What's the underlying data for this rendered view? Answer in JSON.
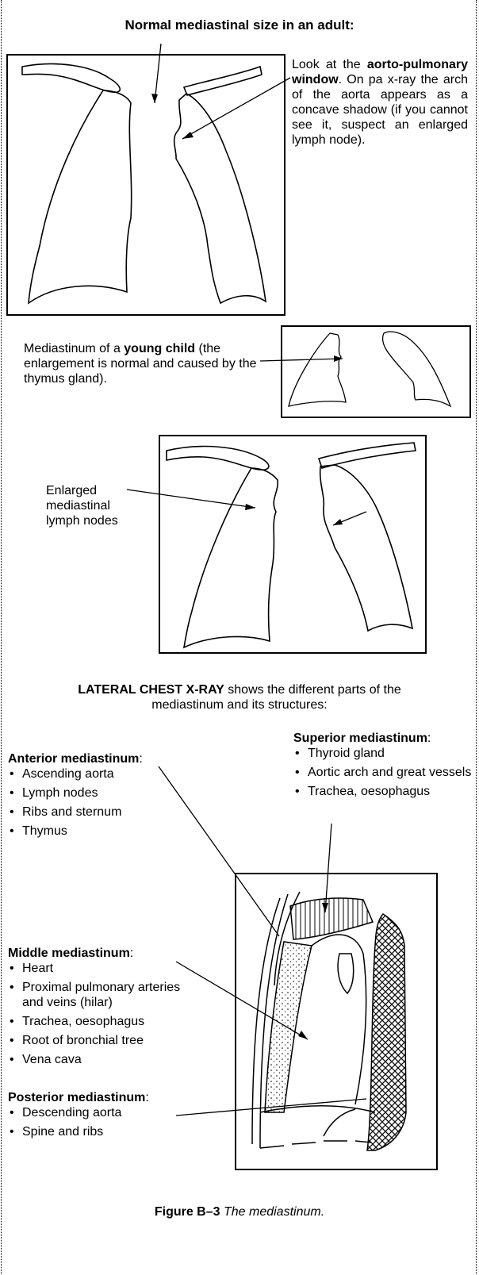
{
  "normal": {
    "title": "Normal mediastinal size in an adult:",
    "desc_pre": "Look at the ",
    "desc_bold": "aorto-pulmonary window",
    "desc_post": ". On pa x-ray the arch of the aorta appears as a concave shadow (if you cannot see it, suspect an enlarged lymph node)."
  },
  "child": {
    "desc_pre": "Mediastinum of a ",
    "desc_bold": "young child",
    "desc_post": " (the enlargement is normal and caused by the thymus gland)."
  },
  "enlarged": {
    "label_line1": "Enlarged",
    "label_line2": "mediastinal",
    "label_line3": "lymph nodes"
  },
  "lateral": {
    "intro_bold": "LATERAL CHEST X-RAY",
    "intro_rest_1": " shows the different parts of the",
    "intro_rest_2": "mediastinum and its structures:",
    "superior": {
      "heading": "Superior mediastinum",
      "items": [
        "Thyroid gland",
        "Aortic arch and great vessels",
        "Trachea, oesophagus"
      ]
    },
    "anterior": {
      "heading": "Anterior mediastinum",
      "items": [
        "Ascending aorta",
        "Lymph nodes",
        "Ribs and sternum",
        "Thymus"
      ]
    },
    "middle": {
      "heading": "Middle mediastinum",
      "items": [
        "Heart",
        "Proximal pulmonary arteries and veins (hilar)",
        "Trachea, oesophagus",
        "Root of bronchial tree",
        "Vena cava"
      ]
    },
    "posterior": {
      "heading": "Posterior mediastinum",
      "items": [
        "Descending aorta",
        "Spine and ribs"
      ]
    }
  },
  "caption": {
    "label": "Figure B–3",
    "text": " The mediastinum."
  }
}
